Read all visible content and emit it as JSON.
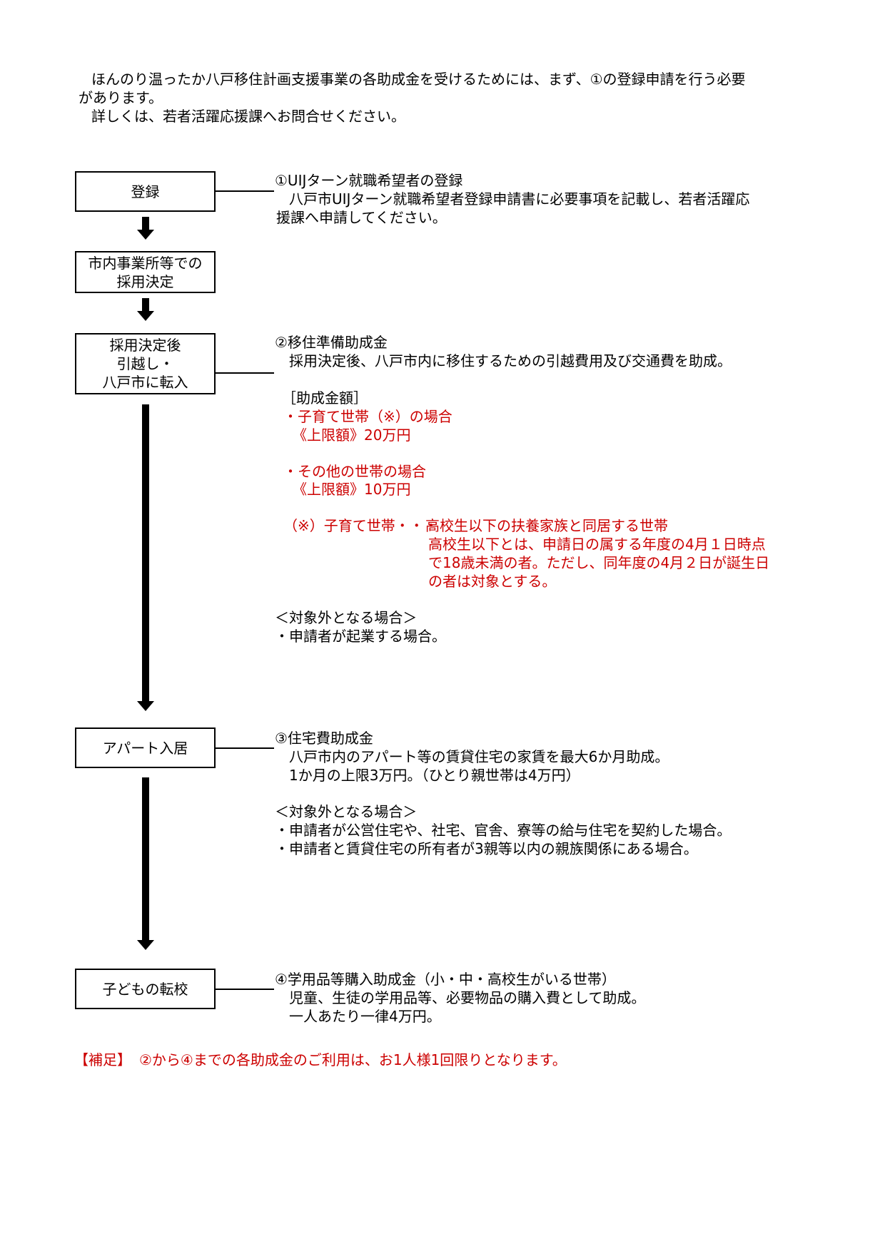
{
  "intro": {
    "line1": "ほんのり温ったか八戸移住計画支援事業の各助成金を受けるためには、まず、①の登録申請を行う必要",
    "line2": "があります。",
    "line3": "詳しくは、若者活躍応援課へお問合せください。"
  },
  "flow": {
    "step1": "登録",
    "step2": [
      "市内事業所等での",
      "採用決定"
    ],
    "step3": [
      "採用決定後",
      "引越し・",
      "八戸市に転入"
    ],
    "step4": "アパート入居",
    "step5": "子どもの転校"
  },
  "sec1": {
    "title": "①UIJターン就職希望者の登録",
    "body1": "八戸市UIJターン就職希望者登録申請書に必要事項を記載し、若者活躍応",
    "body2": "援課へ申請してください。"
  },
  "sec2": {
    "title": "②移住準備助成金",
    "body": "採用決定後、八戸市内に移住するための引越費用及び交通費を助成。",
    "amount_header": "［助成金額］",
    "case1": "・子育て世帯（※）の場合",
    "case1_limit": "《上限額》20万円",
    "case2": "・その他の世帯の場合",
    "case2_limit": "《上限額》10万円",
    "note_label": "（※）子育て世帯・・・",
    "note1": "高校生以下の扶養家族と同居する世帯",
    "note2": "高校生以下とは、申請日の属する年度の4月１日時点",
    "note3": "で18歳未満の者。ただし、同年度の4月２日が誕生日",
    "note4": "の者は対象とする。",
    "excl_header": "＜対象外となる場合＞",
    "excl1": "・申請者が起業する場合。"
  },
  "sec3": {
    "title": "③住宅費助成金",
    "body1": "八戸市内のアパート等の賃貸住宅の家賃を最大6か月助成。",
    "body2": "1か月の上限3万円。（ひとり親世帯は4万円）",
    "excl_header": "＜対象外となる場合＞",
    "excl1": "・申請者が公営住宅や、社宅、官舎、寮等の給与住宅を契約した場合。",
    "excl2": "・申請者と賃貸住宅の所有者が3親等以内の親族関係にある場合。"
  },
  "sec4": {
    "title": "④学用品等購入助成金（小・中・高校生がいる世帯）",
    "body1": "児童、生徒の学用品等、必要物品の購入費として助成。",
    "body2": "一人あたり一律4万円。"
  },
  "supplement": {
    "label": "【補足】",
    "text": "②から④までの各助成金のご利用は、お1人様1回限りとなります。"
  },
  "colors": {
    "text": "#000000",
    "accent_red": "#cc0000"
  }
}
